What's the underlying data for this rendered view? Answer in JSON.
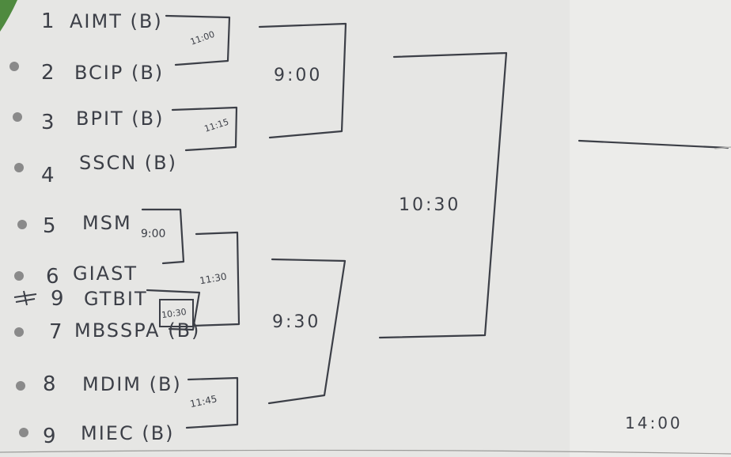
{
  "teams": [
    {
      "num": "1",
      "name": "AIMT (B)"
    },
    {
      "num": "2",
      "name": "BCIP (B)"
    },
    {
      "num": "3",
      "name": "BPIT (B)"
    },
    {
      "num": "4",
      "name": "SSCN (B)"
    },
    {
      "num": "5",
      "name": "MSM"
    },
    {
      "num": "6",
      "name": "GIAST"
    },
    {
      "num": "9",
      "name": "GTBIT"
    },
    {
      "num": "7",
      "name": "MBSSPA (B)"
    },
    {
      "num": "8",
      "name": "MDIM (B)"
    },
    {
      "num": "9",
      "name": "MIEC (B)"
    }
  ],
  "match_times": {
    "m1_2": "11:00",
    "m3_4": "11:15",
    "m5_6": "9:00",
    "m9_7": "10:30",
    "mg_7": "11:30",
    "m8_9": "11:45",
    "qf_top": "9:00",
    "qf_bottom": "9:30",
    "semi": "10:30",
    "final": "14:00"
  },
  "ink_color": "#3c3f47",
  "paper_color": "#e8e8e6"
}
